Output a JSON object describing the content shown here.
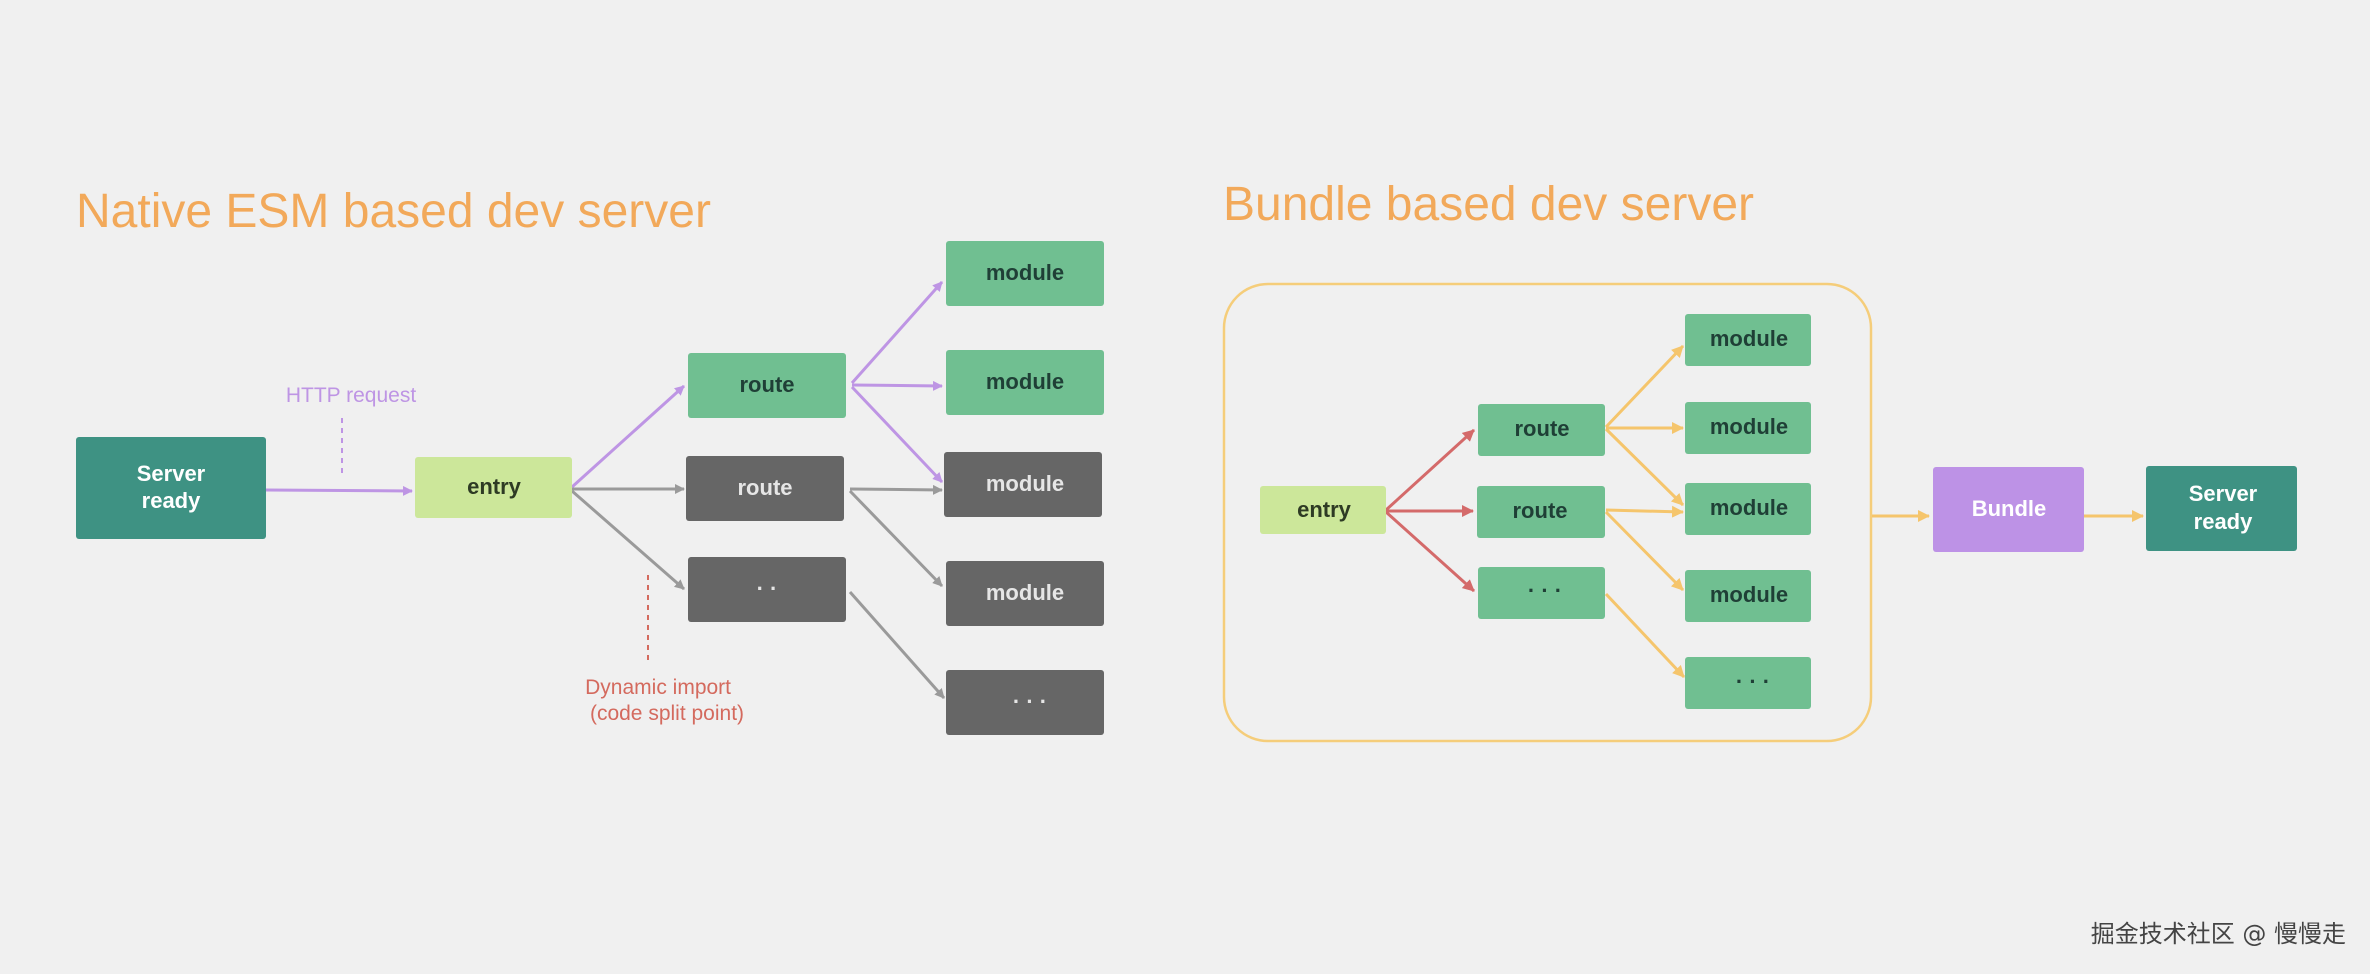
{
  "colors": {
    "background": "#f0f0f0",
    "title": "#f2a95a",
    "teal": "#3e9283",
    "light_green": "#cce79a",
    "green": "#70bf91",
    "gray": "#666666",
    "purple": "#bd92e6",
    "purple_arrow": "#be95e4",
    "gray_arrow": "#9a9a9a",
    "red_arrow": "#d46a6a",
    "orange_arrow": "#f5c56c",
    "bundle_frame": "#f5cd7a",
    "dynamic_import": "#d46a5e",
    "dark_text": "#1f3f36",
    "light_text": "#ffffff",
    "gray_text": "#e6e6e6"
  },
  "left": {
    "title": "Native ESM based dev server",
    "server_ready": "Server\nready",
    "entry": "entry",
    "routes": [
      "route",
      "route",
      "· ·"
    ],
    "modules": [
      "module",
      "module",
      "module",
      "module",
      "· · ·"
    ],
    "http_request": "HTTP request",
    "dynamic_import": "Dynamic import\n(code split point)"
  },
  "right": {
    "title": "Bundle based dev server",
    "entry": "entry",
    "routes": [
      "route",
      "route",
      "· · ·"
    ],
    "modules": [
      "module",
      "module",
      "module",
      "module",
      "· · ·"
    ],
    "bundle": "Bundle",
    "server_ready": "Server\nready"
  },
  "watermark": "掘金技术社区 @ 慢慢走"
}
